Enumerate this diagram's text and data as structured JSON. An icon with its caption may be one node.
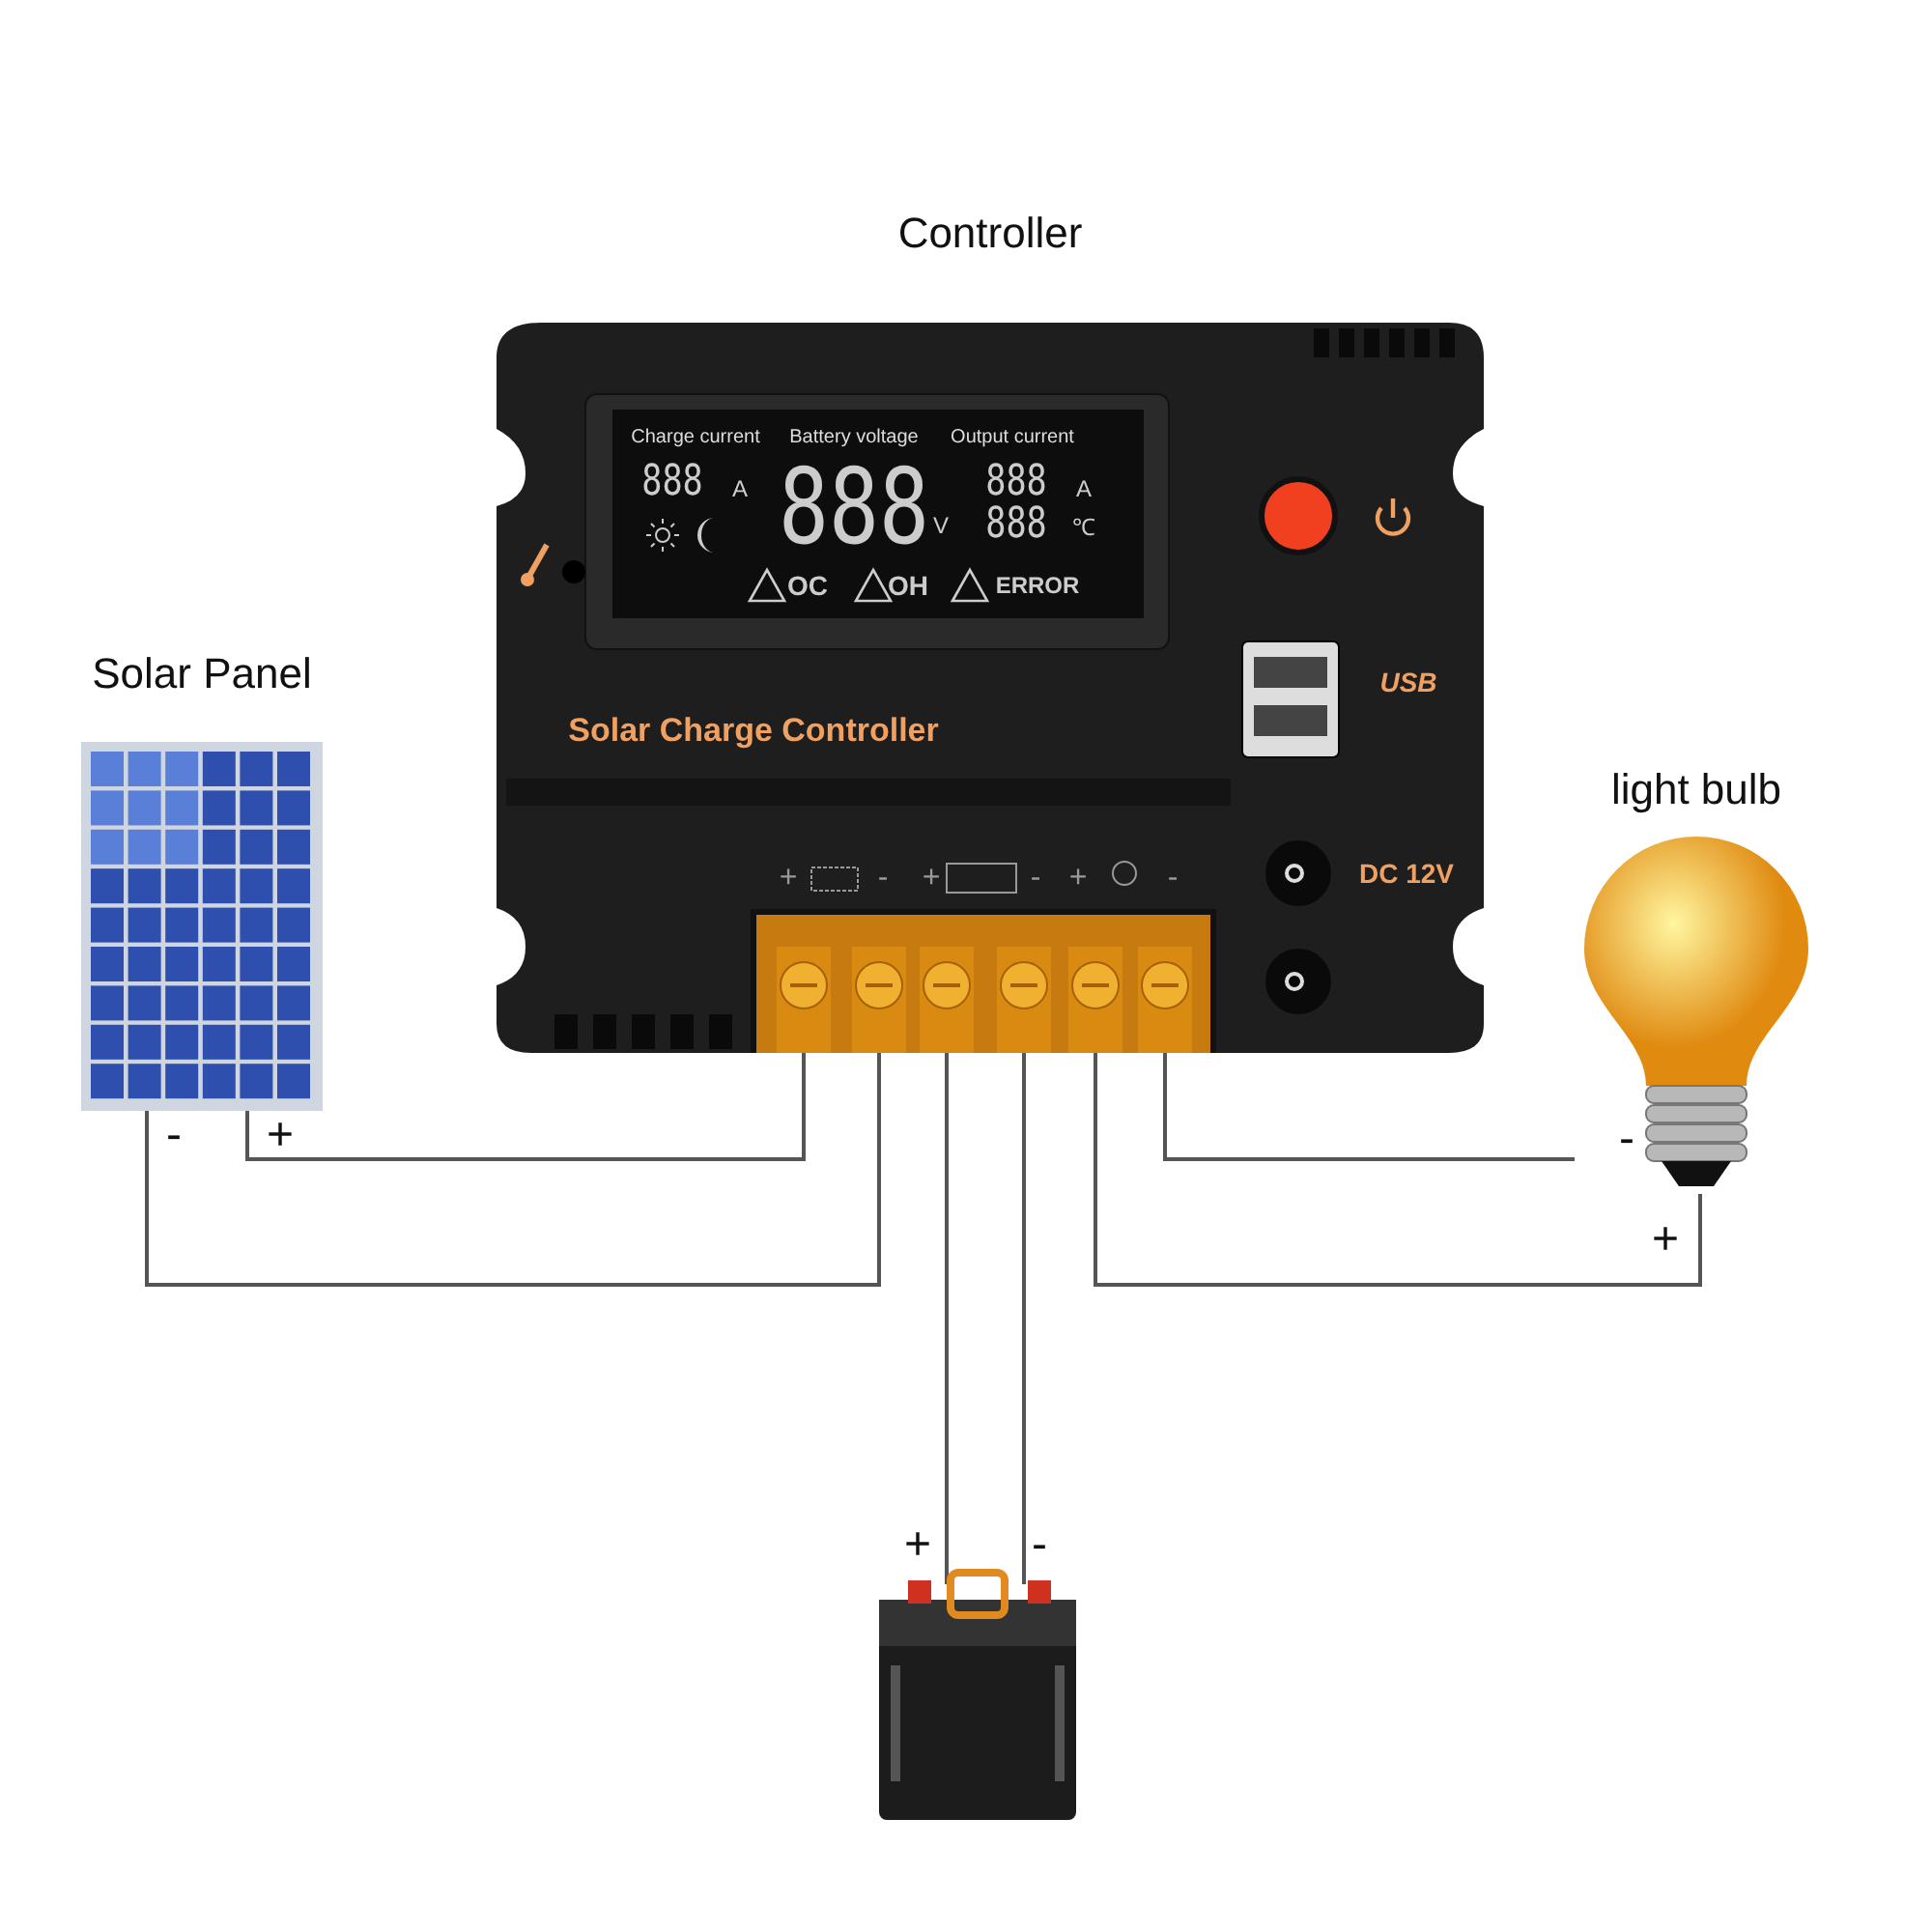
{
  "diagram": {
    "nodes": [
      {
        "text": [
          "Controller"
        ]
      },
      {
        "text": [],
        "shape": "box",
        "in": 0
      },
      {
        "text": [],
        "shape": "box",
        "in": 0
      },
      {
        "text": [],
        "shape": "box",
        "in": 0
      },
      {
        "text": [],
        "shape": "box",
        "in": 0
      },
      {
        "text": [],
        "shape": "box",
        "in": 0
      },
      {
        "text": [],
        "shape": "box",
        "in": 0
      },
      {
        "text": [
          "Solar Panel"
        ],
        "beside": [
          "-",
          "+"
        ]
      },
      {
        "text": [],
        "shape": "picture",
        "beside": [
          "+",
          "-"
        ]
      },
      {
        "text": [
          "light bulb"
        ],
        "beside": [
          "-",
          "+"
        ]
      }
    ],
    "edges": [
      {
        "from": 7,
        "to": 1,
        "arrow": "none"
      },
      {
        "from": 7,
        "to": 2,
        "arrow": "none"
      },
      {
        "from": 3,
        "to": 8,
        "arrow": "none"
      },
      {
        "from": 4,
        "to": 8,
        "arrow": "none"
      },
      {
        "from": 5,
        "to": 9,
        "arrow": "none"
      },
      {
        "from": 6,
        "to": 9,
        "arrow": "none"
      }
    ],
    "labels": [
      "Charge current",
      "Battery voltage",
      "Output current",
      "888",
      "A",
      "888",
      "V",
      "888",
      "A",
      "888",
      "℃",
      "OC",
      "OH",
      "ERROR",
      "Solar Charge Controller",
      "USB",
      "+",
      "-",
      "+",
      "-",
      "+",
      "-",
      "DC 12V"
    ]
  }
}
